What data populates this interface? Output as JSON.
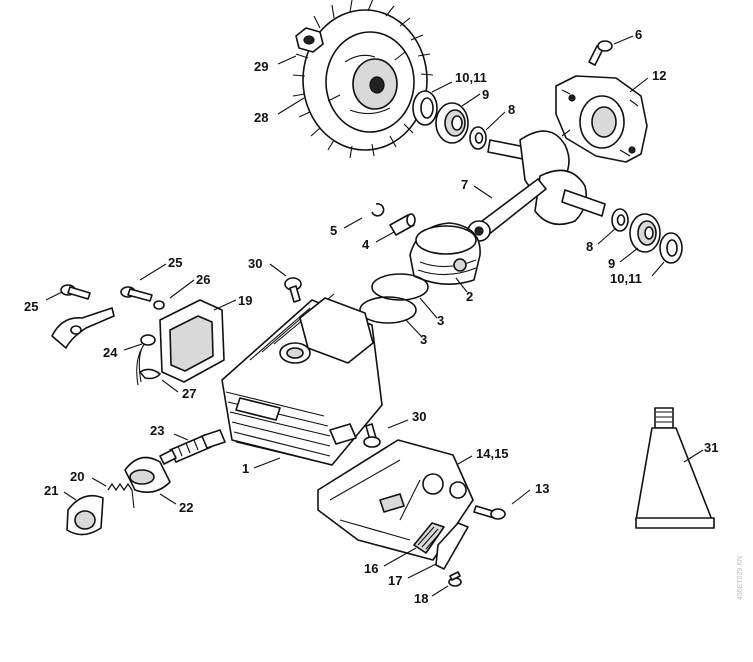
{
  "diagram": {
    "labels": [
      "29",
      "28",
      "10,11",
      "9",
      "8",
      "6",
      "12",
      "7",
      "5",
      "4",
      "25",
      "26",
      "30",
      "19",
      "2",
      "3",
      "3",
      "8",
      "9",
      "10,11",
      "25",
      "24",
      "27",
      "30",
      "23",
      "1",
      "14,15",
      "31",
      "20",
      "21",
      "22",
      "13",
      "16",
      "17",
      "18"
    ],
    "watermark": "456ET029 KN"
  },
  "colors": {
    "line": "#111111",
    "background": "#ffffff",
    "shade": "#d9d9d9"
  }
}
